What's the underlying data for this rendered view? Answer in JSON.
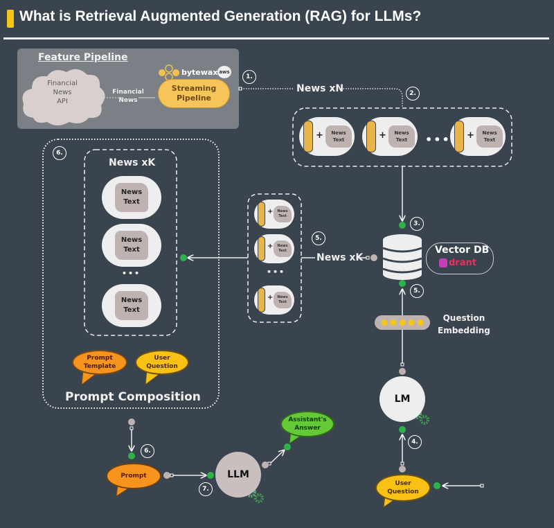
{
  "title": "What is Retrieval Augmented Generation (RAG) for LLMs?",
  "colors": {
    "background": "#3a444e",
    "accent_yellow": "#f5c518",
    "green": "#2fb24c",
    "orange": "#f7941d",
    "prompt_yellow": "#f9c015",
    "answer_green": "#63c936"
  },
  "feature_pipeline": {
    "title": "Feature Pipeline",
    "source": "Financial News API",
    "source_lines": [
      "Financial",
      "News",
      "API"
    ],
    "edge_label_lines": [
      "Financial",
      "News"
    ],
    "bytewax_label": "bytewax",
    "aws_label": "aws",
    "streaming_lines": [
      "Streaming",
      "Pipeline"
    ]
  },
  "steps": {
    "s1": "1.",
    "s2": "2.",
    "s3": "3.",
    "s4": "4.",
    "s5a": "5.",
    "s5b": "5.",
    "s6a": "6.",
    "s6b": "6.",
    "s7": "7."
  },
  "news_xn_label": "News xN",
  "news_xk_label": "News xK",
  "news_xk_title": "News xK",
  "news_text_lines": [
    "News",
    "Text"
  ],
  "plus": "+",
  "ellipsis": "•••",
  "vector_db": {
    "title": "Vector DB",
    "brand": "drant"
  },
  "question_embedding_lines": [
    "Question",
    "Embedding"
  ],
  "lm_label": "LM",
  "llm_label": "LLM",
  "prompt_composition": {
    "title": "Prompt Composition",
    "prompt_template_lines": [
      "Prompt",
      "Template"
    ],
    "user_question_lines": [
      "User",
      "Question"
    ]
  },
  "prompt_label": "Prompt",
  "assistant_answer_lines": [
    "Assistant's",
    "Answer"
  ],
  "user_question_lines": [
    "User",
    "Question"
  ]
}
